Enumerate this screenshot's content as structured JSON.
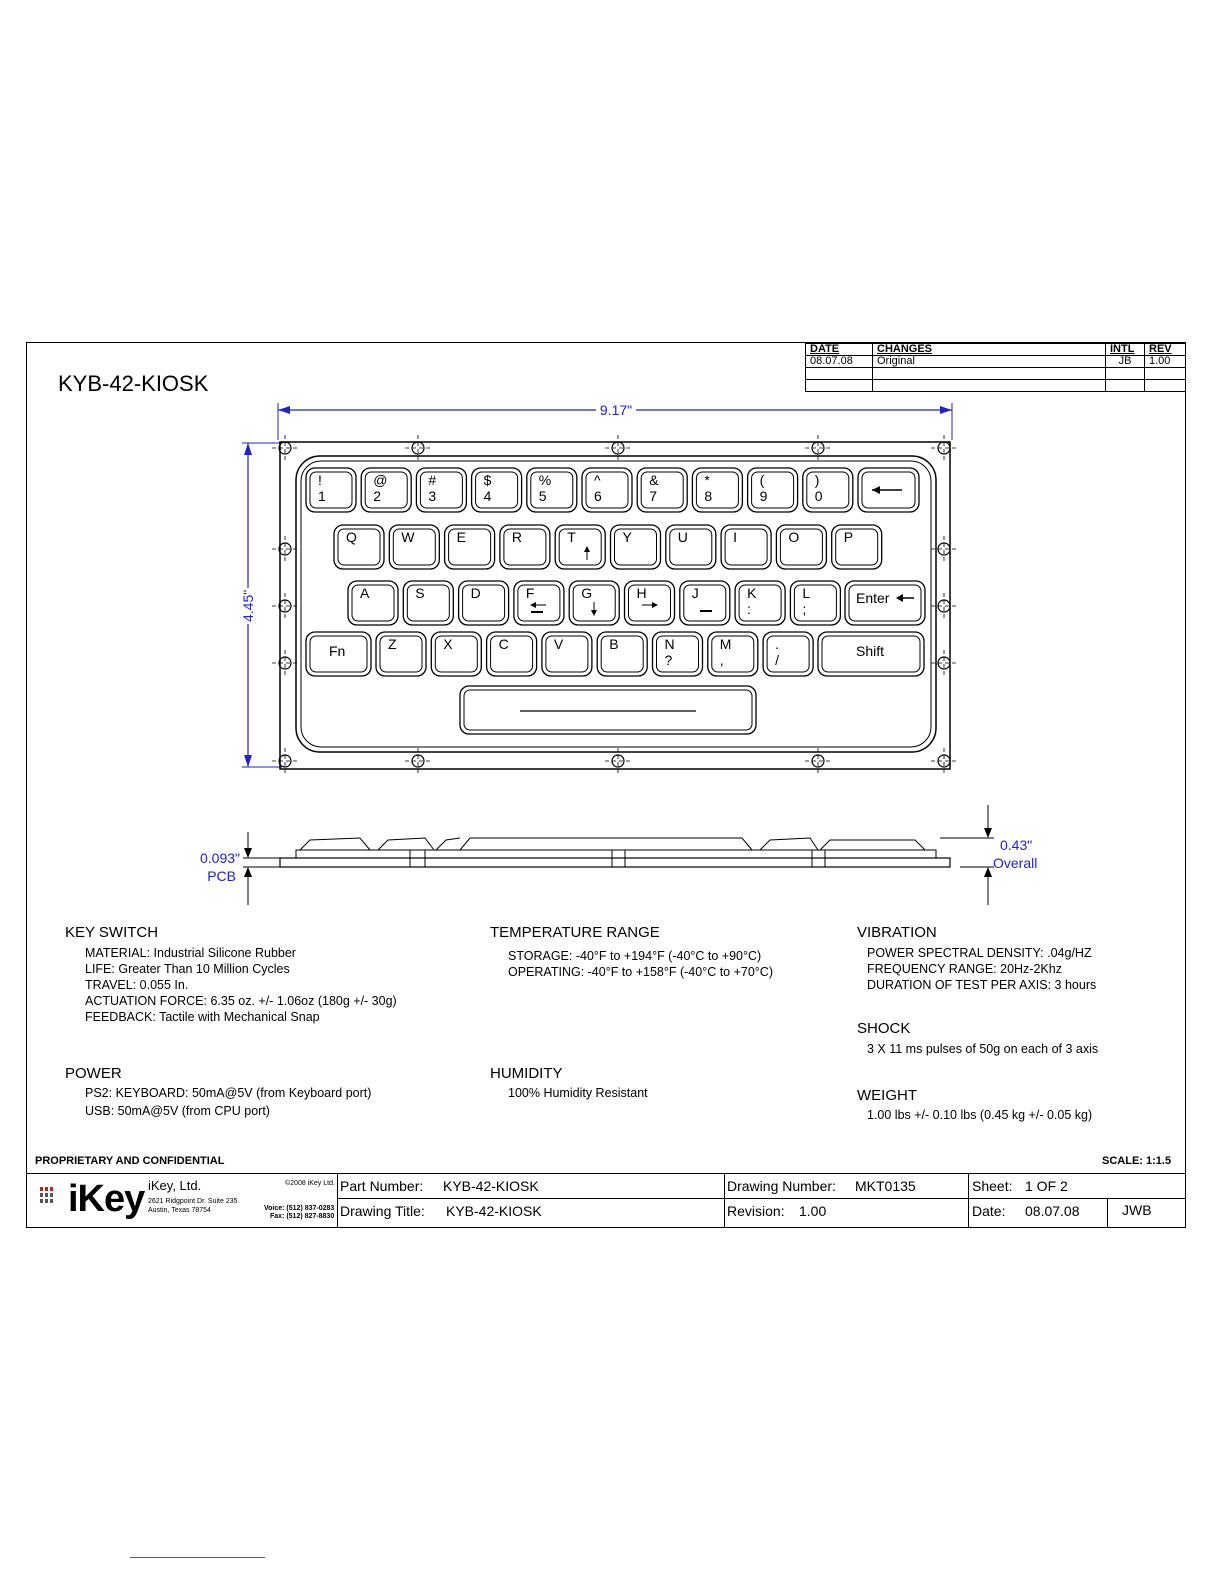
{
  "drawing_title": "KYB-42-KIOSK",
  "revision_table": {
    "headers": [
      "DATE",
      "CHANGES",
      "INTL",
      "REV"
    ],
    "rows": [
      [
        "08.07.08",
        "Original",
        "JB",
        "1.00"
      ],
      [
        "",
        "",
        "",
        ""
      ],
      [
        "",
        "",
        "",
        ""
      ]
    ]
  },
  "dimensions": {
    "width": "9.17\"",
    "height": "4.45\"",
    "pcb_thickness": "0.093\"",
    "pcb_label": "PCB",
    "overall_height": "0.43\"",
    "overall_label": "Overall"
  },
  "keyboard": {
    "row1": [
      {
        "top": "!",
        "bottom": "1"
      },
      {
        "top": "@",
        "bottom": "2"
      },
      {
        "top": "#",
        "bottom": "3"
      },
      {
        "top": "$",
        "bottom": "4"
      },
      {
        "top": "%",
        "bottom": "5"
      },
      {
        "top": "^",
        "bottom": "6"
      },
      {
        "top": "&",
        "bottom": "7"
      },
      {
        "top": "*",
        "bottom": "8"
      },
      {
        "top": "(",
        "bottom": "9"
      },
      {
        "top": ")",
        "bottom": "0"
      }
    ],
    "row2": [
      "Q",
      "W",
      "E",
      "R",
      "T",
      "Y",
      "U",
      "I",
      "O",
      "P"
    ],
    "row3": [
      {
        "top": "A",
        "bottom": ""
      },
      {
        "top": "S",
        "bottom": ""
      },
      {
        "top": "D",
        "bottom": ""
      },
      {
        "top": "F",
        "bottom": ""
      },
      {
        "top": "G",
        "bottom": ""
      },
      {
        "top": "H",
        "bottom": ""
      },
      {
        "top": "J",
        "bottom": ""
      },
      {
        "top": "K",
        "bottom": ":"
      },
      {
        "top": "L",
        "bottom": ";"
      }
    ],
    "enter": "Enter",
    "row4": [
      {
        "top": "Z",
        "bottom": ""
      },
      {
        "top": "X",
        "bottom": ""
      },
      {
        "top": "C",
        "bottom": ""
      },
      {
        "top": "V",
        "bottom": ""
      },
      {
        "top": "B",
        "bottom": ""
      },
      {
        "top": "N",
        "bottom": "?"
      },
      {
        "top": "M",
        "bottom": ","
      },
      {
        "top": ".",
        "bottom": "/"
      }
    ],
    "fn": "Fn",
    "shift": "Shift"
  },
  "specs": {
    "key_switch": {
      "title": "KEY SWITCH",
      "lines": [
        "MATERIAL: Industrial Silicone Rubber",
        "LIFE: Greater Than 10 Million Cycles",
        "TRAVEL: 0.055 In.",
        "ACTUATION FORCE: 6.35 oz. +/- 1.06oz (180g +/- 30g)",
        "FEEDBACK: Tactile with Mechanical Snap"
      ]
    },
    "temperature": {
      "title": "TEMPERATURE RANGE",
      "lines": [
        "STORAGE: -40°F to +194°F (-40°C  to +90°C)",
        "OPERATING: -40°F to +158°F (-40°C to +70°C)"
      ]
    },
    "vibration": {
      "title": "VIBRATION",
      "lines": [
        "POWER SPECTRAL DENSITY: .04g/HZ",
        "FREQUENCY RANGE: 20Hz-2Khz",
        "DURATION OF TEST PER AXIS: 3 hours"
      ]
    },
    "shock": {
      "title": "SHOCK",
      "lines": [
        "3 X 11 ms pulses of 50g on each of 3 axis"
      ]
    },
    "power": {
      "title": "POWER",
      "lines": [
        "PS2: KEYBOARD: 50mA@5V (from Keyboard port)",
        "USB: 50mA@5V (from CPU port)"
      ]
    },
    "humidity": {
      "title": "HUMIDITY",
      "lines": [
        "100% Humidity Resistant"
      ]
    },
    "weight": {
      "title": "WEIGHT",
      "lines": [
        "1.00 lbs +/- 0.10 lbs (0.45 kg +/- 0.05 kg)"
      ]
    }
  },
  "footer": {
    "proprietary": "PROPRIETARY AND CONFIDENTIAL",
    "scale": "SCALE: 1:1.5"
  },
  "title_block": {
    "logo": "iKey",
    "company": "iKey, Ltd.",
    "copyright": "©2008 iKey Ltd.",
    "address1": "2621 Ridgpoint Dr. Suite 235",
    "address2": "Austin, Texas 78754",
    "voice": "Voice: (512) 837-0283",
    "fax": "Fax: (512) 827-8830",
    "part_number_label": "Part Number:",
    "part_number": "KYB-42-KIOSK",
    "drawing_title_label": "Drawing Title:",
    "drawing_title": "KYB-42-KIOSK",
    "drawing_number_label": "Drawing Number:",
    "drawing_number": "MKT0135",
    "revision_label": "Revision:",
    "revision": "1.00",
    "sheet_label": "Sheet:",
    "sheet": "1 OF 2",
    "date_label": "Date:",
    "date": "08.07.08",
    "drawn_by": "JWB"
  }
}
